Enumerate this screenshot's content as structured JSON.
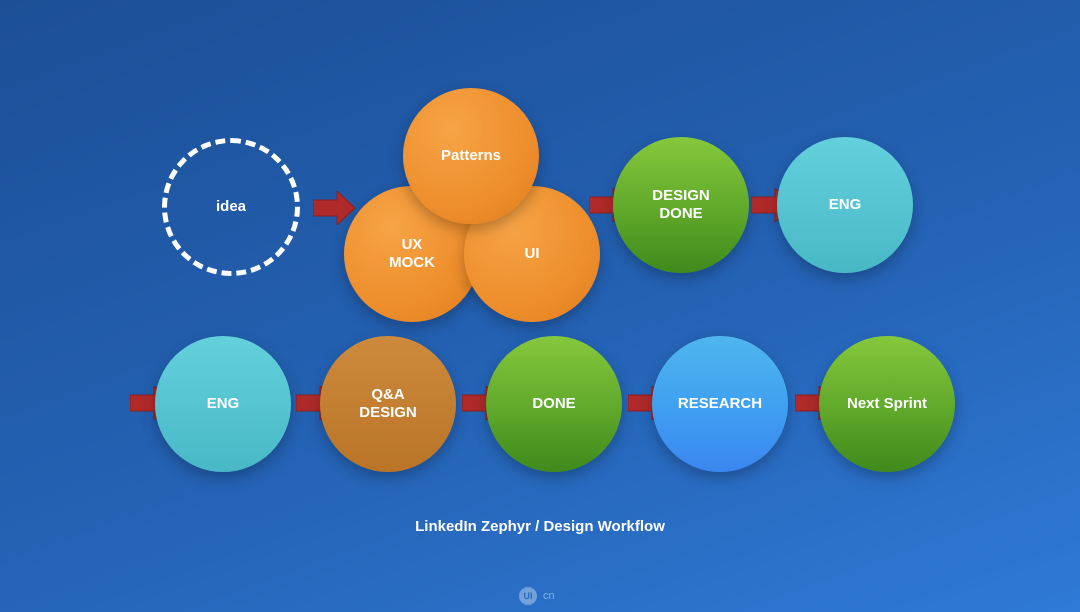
{
  "nodes": {
    "idea": "idea",
    "patterns": "Patterns",
    "ux_mock": "UX\nMOCK",
    "ui": "UI",
    "design_done": "DESIGN\nDONE",
    "eng_top": "ENG",
    "eng_bottom": "ENG",
    "qa_design": "Q&A\nDESIGN",
    "done": "DONE",
    "research": "RESEARCH",
    "next_sprint": "Next Sprint"
  },
  "footer": "LinkedIn Zephyr / Design Workflow",
  "logo": {
    "badge": "UI",
    "suffix": "cn"
  },
  "colors": {
    "background": "#2462b4",
    "orange": "#ee8e2c",
    "green": "#5fa82a",
    "teal": "#49b8c6",
    "tan": "#c27e31",
    "blue": "#3f9ff0",
    "arrow": "#b02a2a"
  }
}
